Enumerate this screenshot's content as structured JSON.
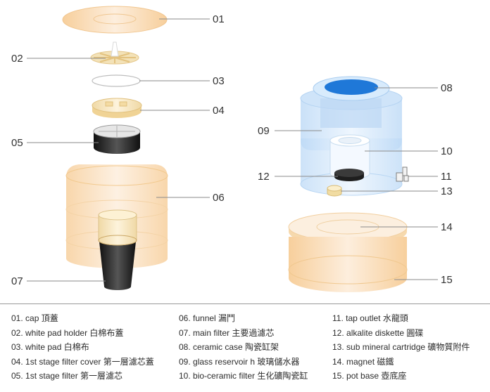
{
  "callouts": {
    "c01": "01",
    "c02": "02",
    "c03": "03",
    "c04": "04",
    "c05": "05",
    "c06": "06",
    "c07": "07",
    "c08": "08",
    "c09": "09",
    "c10": "10",
    "c11": "11",
    "c12": "12",
    "c13": "13",
    "c14": "14",
    "c15": "15"
  },
  "legend": {
    "col1": [
      "01. cap 頂蓋",
      "02. white pad  holder 白棉布蓋",
      "03. white pad 白棉布",
      "04. 1st stage filter cover 第一層濾芯蓋",
      "05. 1st stage filter 第一層濾芯"
    ],
    "col2": [
      "06. funnel 漏鬥",
      "07. main filter 主要過濾芯",
      "08. ceramic case 陶瓷缸架",
      "09. glass reservoir h 玻璃儲水器",
      "10. bio-ceramic filter 生化礦陶瓷缸"
    ],
    "col3": [
      "11. tap outlet 水龍頭",
      "12. alkalite diskette 圓碟",
      "13. sub mineral cartridge 礦物質附件",
      "14. magnet 磁鐵",
      "15. pot base 壺底座"
    ]
  },
  "colors": {
    "cream": "#fbe3c4",
    "light_blue": "#d6e9fb",
    "blue_accent": "#1f78d8",
    "dark_filter": "#2a2a2a"
  }
}
